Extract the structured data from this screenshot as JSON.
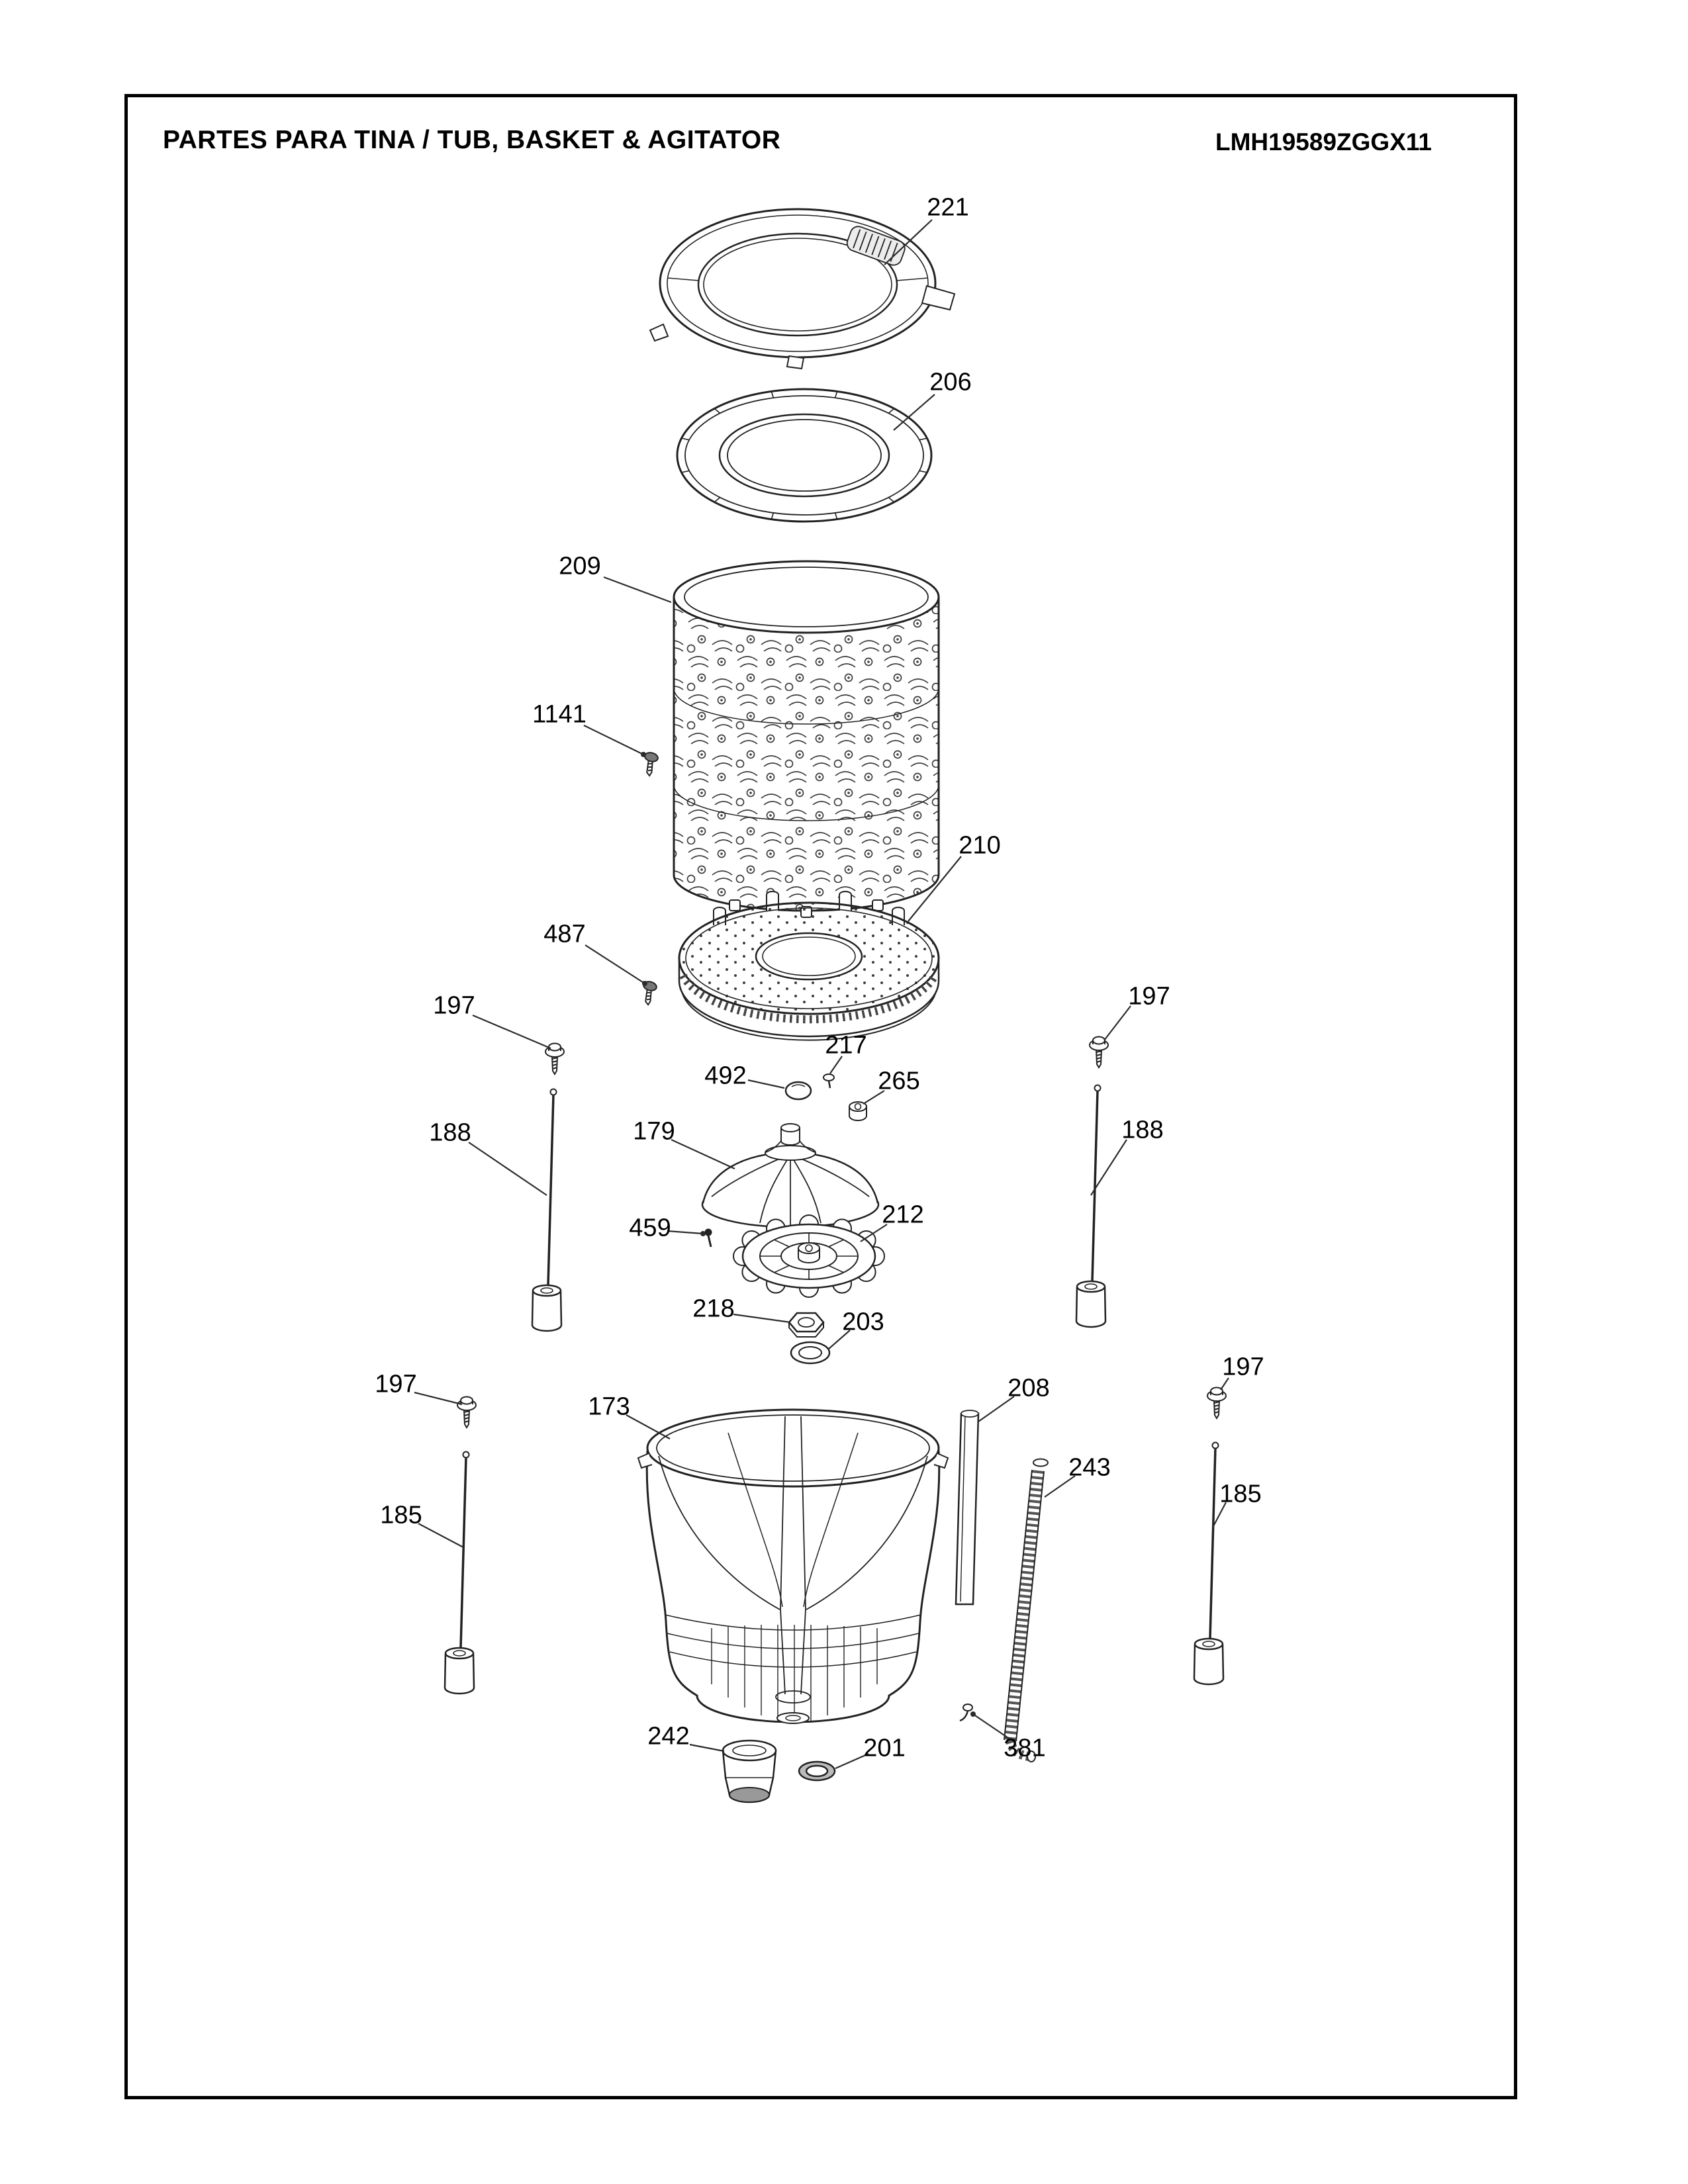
{
  "header": {
    "title": "PARTES PARA TINA / TUB, BASKET & AGITATOR",
    "model": "LMH19589ZGGX11"
  },
  "colors": {
    "ink": "#222222",
    "background": "#ffffff"
  },
  "parts": {
    "tub_cover": "221",
    "balance_ring": "206",
    "basket": "209",
    "basket_screw": "1141",
    "basket_base": "210",
    "base_screw": "487",
    "suspension_screw": "197",
    "retainer": "217",
    "cap": "492",
    "agitator_nut": "265",
    "agitator": "179",
    "suspension_rod_upper": "188",
    "pin": "459",
    "drive_hub": "212",
    "hub_nut": "218",
    "washer": "203",
    "outer_tub": "173",
    "drain_channel": "208",
    "hose": "243",
    "suspension_rod_lower": "185",
    "damper": "242",
    "seal": "201",
    "clip": "381"
  }
}
